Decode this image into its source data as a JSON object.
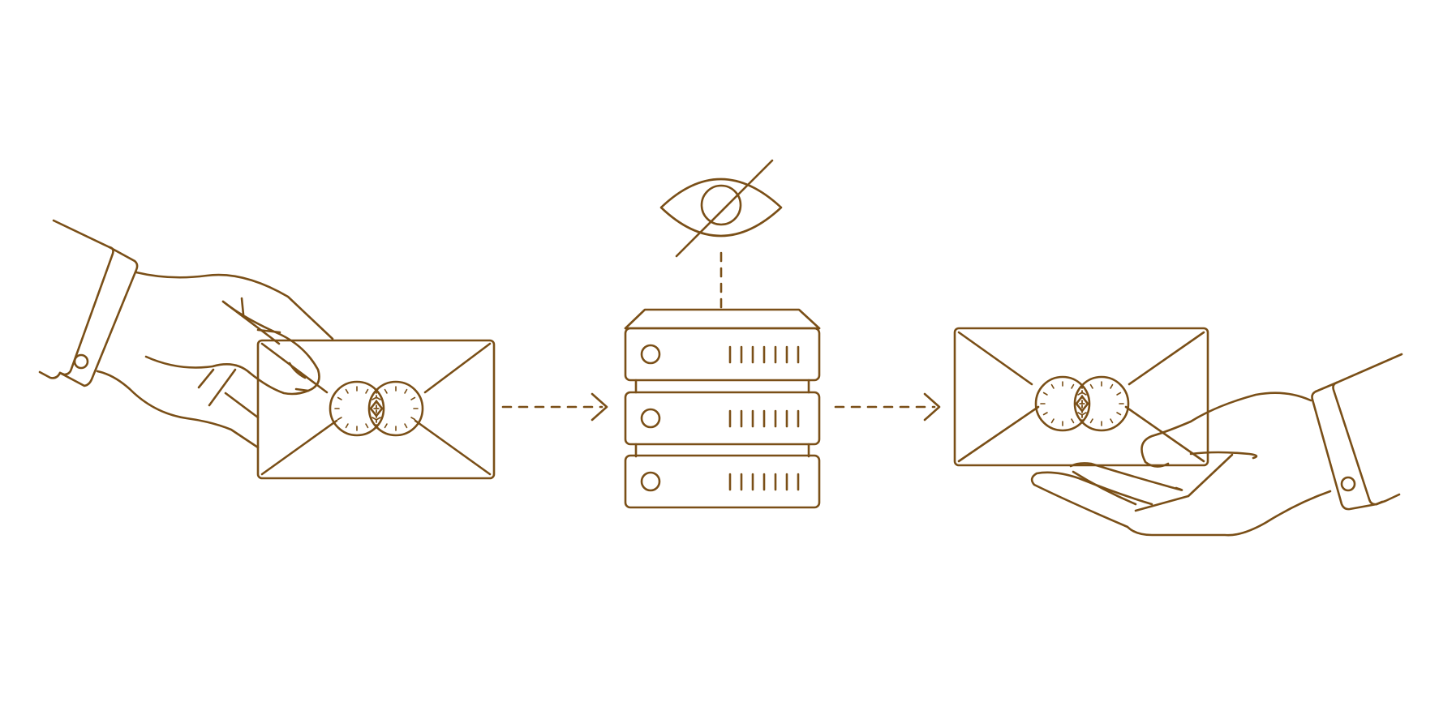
{
  "stroke_color": "#7a4f17",
  "background_color": "#ffffff",
  "elements": {
    "sender": "hand-holding-sealed-envelope",
    "server": "server-rack-three-units",
    "privacy": "eye-slash-icon",
    "receiver": "hand-receiving-sealed-envelope",
    "flows": [
      "dashed-arrow-right",
      "dashed-arrow-right"
    ]
  }
}
